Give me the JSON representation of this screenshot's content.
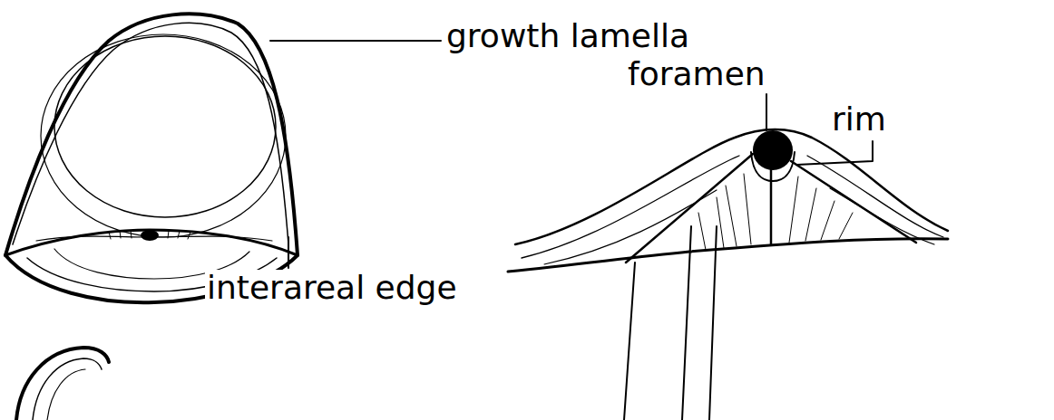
{
  "diagram": {
    "labels": [
      "growth lamella",
      "foramen",
      "rim",
      "interareal edge"
    ]
  }
}
